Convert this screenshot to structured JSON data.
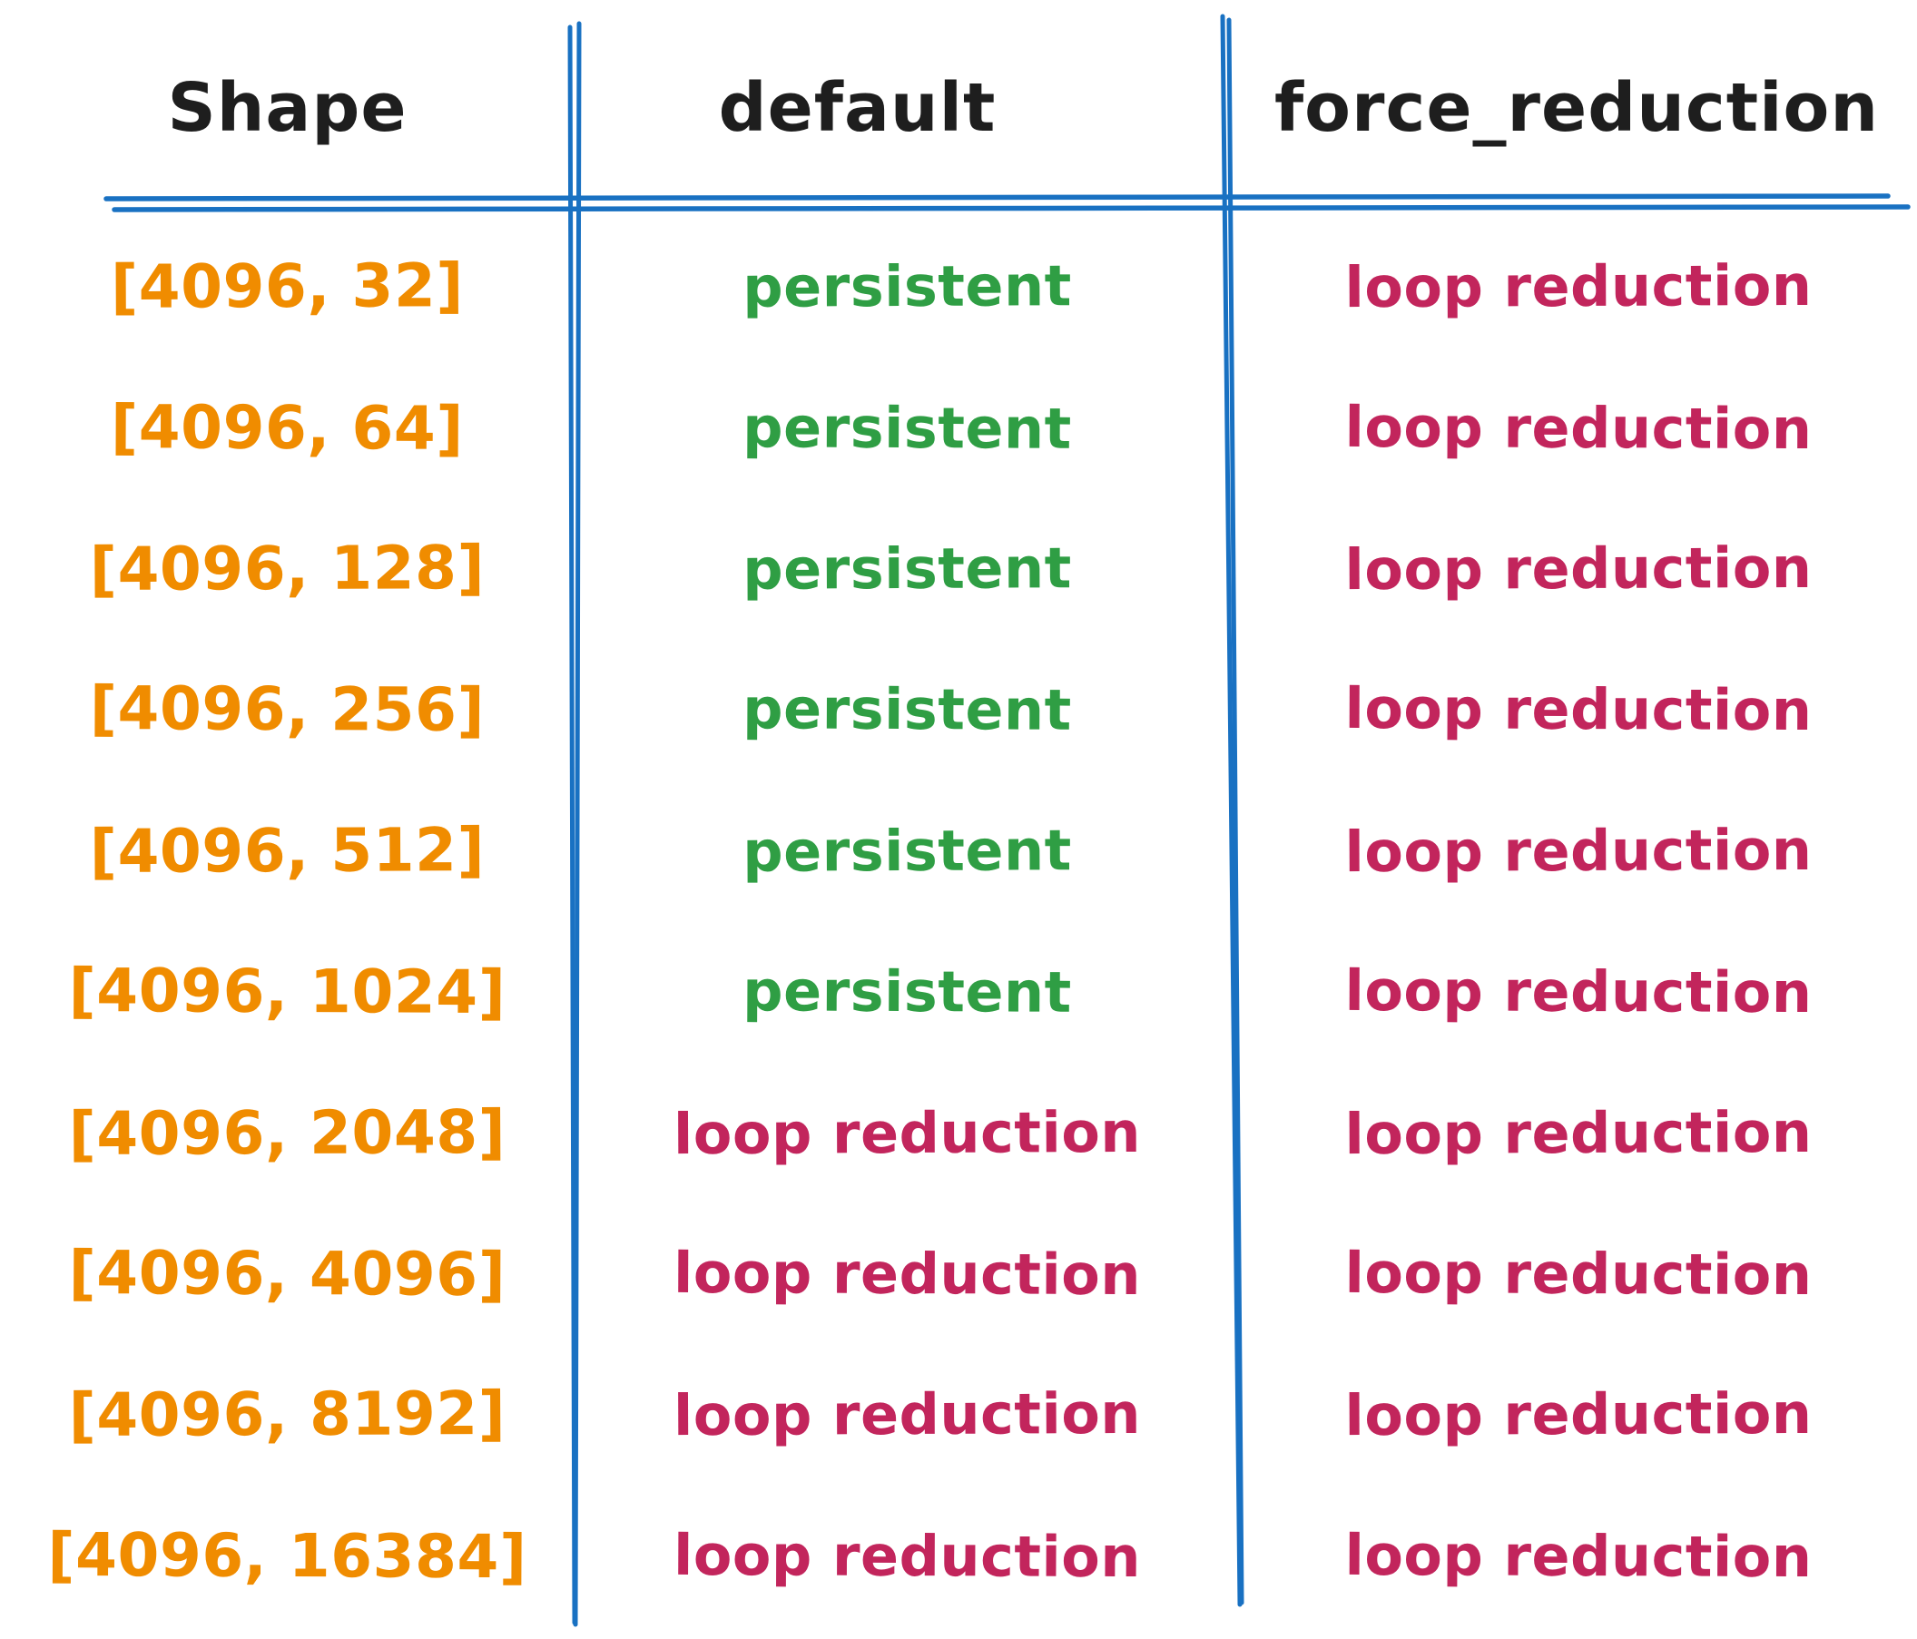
{
  "colors": {
    "header_text": "#1e1e1e",
    "grid_lines": "#1971c2",
    "shape_values": "#f08c00",
    "persistent_value": "#2f9e44",
    "loop_reduction_value": "#c2255c"
  },
  "chart_data": {
    "type": "table",
    "columns": [
      "Shape",
      "default",
      "force_reduction"
    ],
    "rows": [
      {
        "shape": "[4096, 32]",
        "default": "persistent",
        "force_reduction": "loop reduction"
      },
      {
        "shape": "[4096, 64]",
        "default": "persistent",
        "force_reduction": "loop reduction"
      },
      {
        "shape": "[4096, 128]",
        "default": "persistent",
        "force_reduction": "loop reduction"
      },
      {
        "shape": "[4096, 256]",
        "default": "persistent",
        "force_reduction": "loop reduction"
      },
      {
        "shape": "[4096, 512]",
        "default": "persistent",
        "force_reduction": "loop reduction"
      },
      {
        "shape": "[4096, 1024]",
        "default": "persistent",
        "force_reduction": "loop reduction"
      },
      {
        "shape": "[4096, 2048]",
        "default": "loop reduction",
        "force_reduction": "loop reduction"
      },
      {
        "shape": "[4096, 4096]",
        "default": "loop reduction",
        "force_reduction": "loop reduction"
      },
      {
        "shape": "[4096, 8192]",
        "default": "loop reduction",
        "force_reduction": "loop reduction"
      },
      {
        "shape": "[4096, 16384]",
        "default": "loop reduction",
        "force_reduction": "loop reduction"
      }
    ],
    "notes": {
      "layout": "hand-drawn table, double blue divider lines, no outer border",
      "value_color_rule": "persistent=green, loop reduction=crimson, shape tuples=orange"
    }
  }
}
